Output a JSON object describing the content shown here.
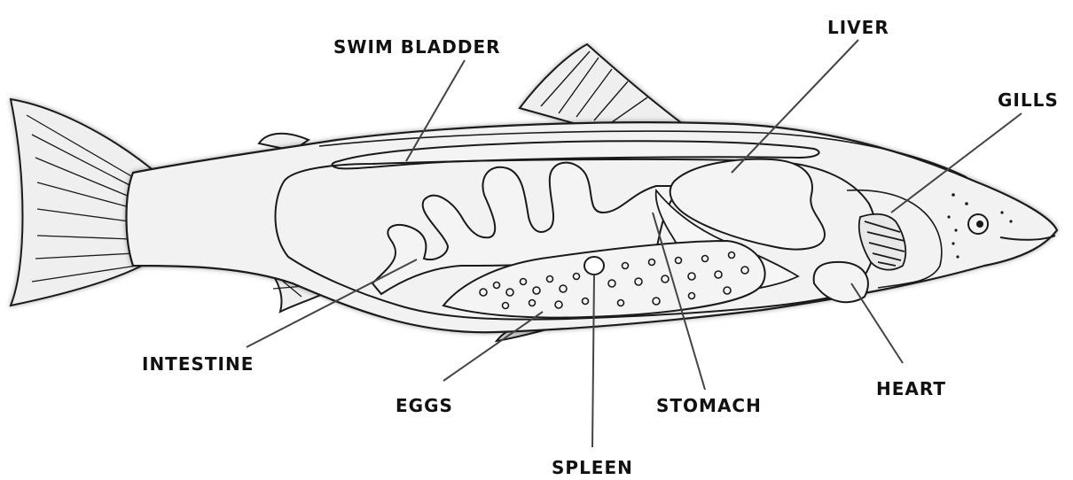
{
  "diagram": {
    "labels": {
      "swim_bladder": "SWIM BLADDER",
      "liver": "LIVER",
      "gills": "GILLS",
      "intestine": "INTESTINE",
      "eggs": "EGGS",
      "spleen": "SPLEEN",
      "stomach": "STOMACH",
      "heart": "HEART"
    },
    "colors": {
      "outline": "#1a1a1a",
      "fill": "#f2f2f2",
      "leader": "#444444"
    }
  }
}
